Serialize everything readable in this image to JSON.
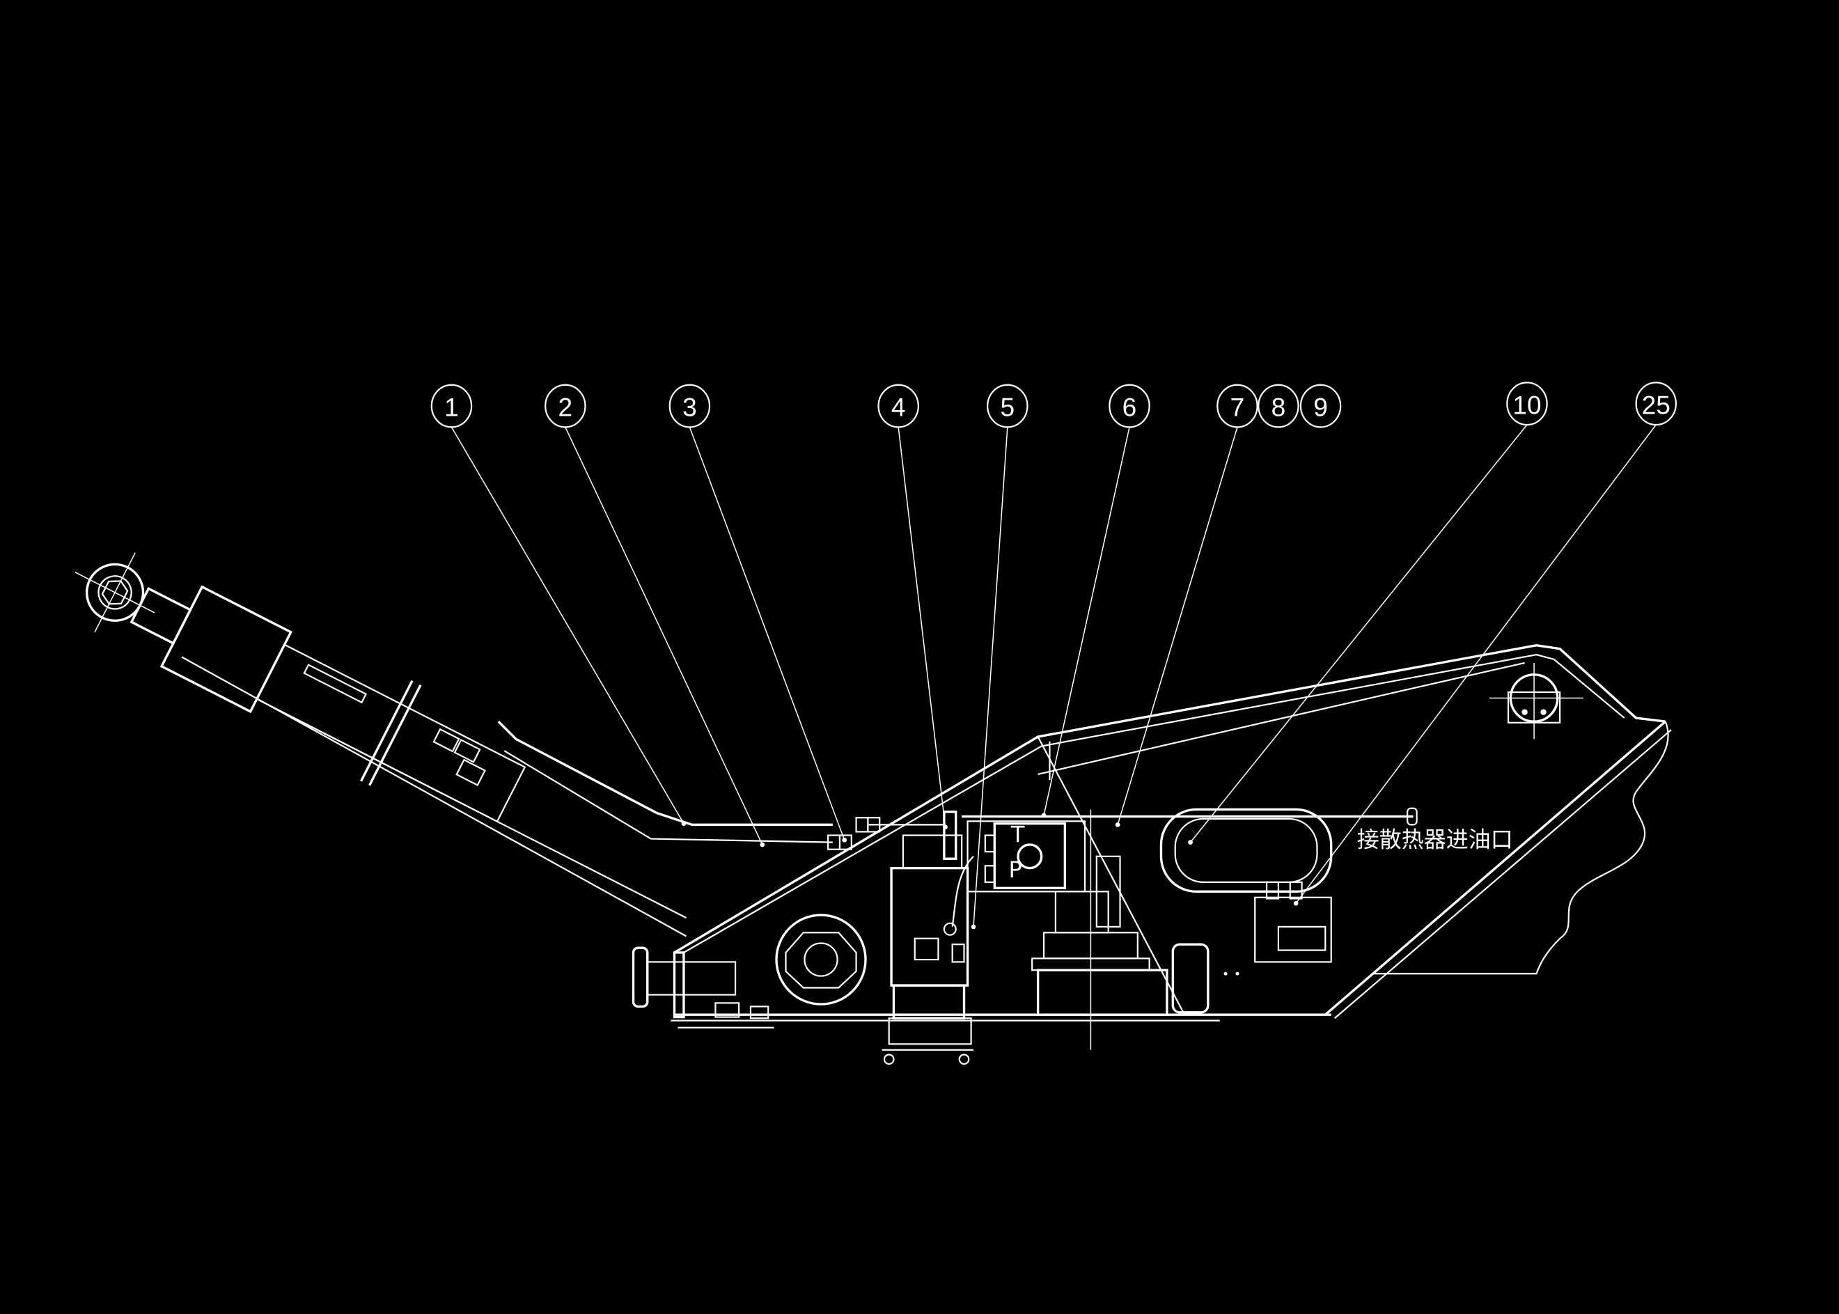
{
  "diagram": {
    "background": "#000000",
    "line_color": "#ffffff",
    "callouts": [
      "1",
      "2",
      "3",
      "4",
      "5",
      "6",
      "7",
      "8",
      "9",
      "10",
      "25"
    ],
    "note": "接散热器进油口",
    "port_labels": {
      "t": "T",
      "p": "P"
    }
  }
}
